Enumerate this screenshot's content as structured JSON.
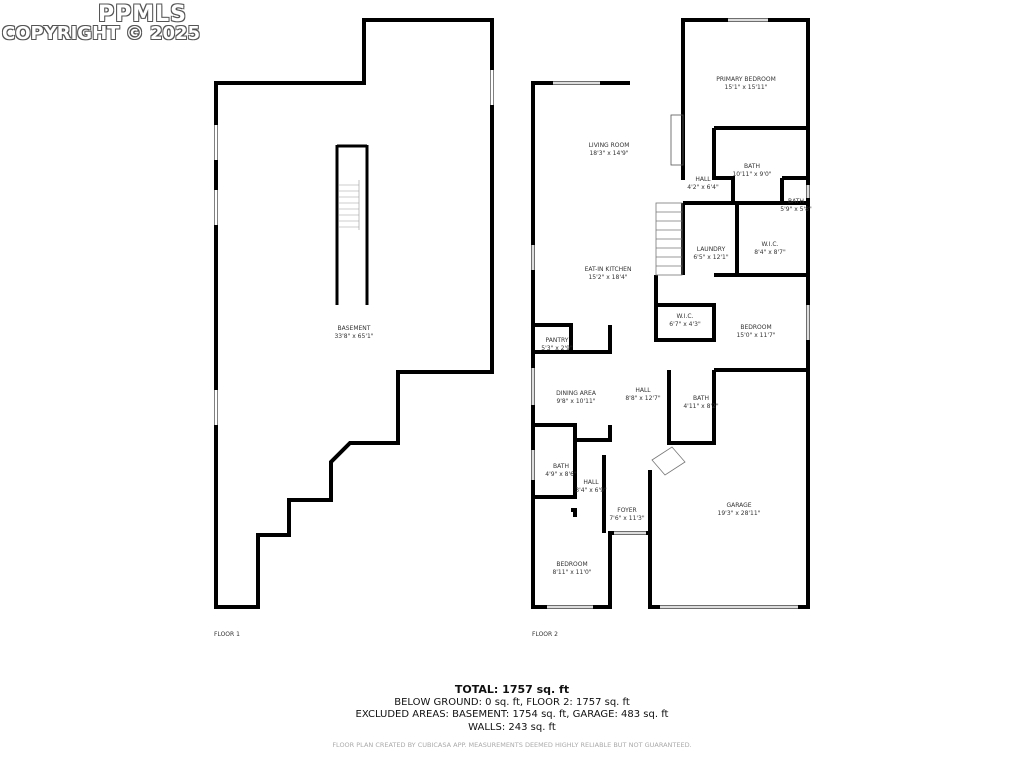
{
  "watermark": {
    "brand": "PPMLS",
    "copyright": "COPYRIGHT © 2025"
  },
  "floors": [
    {
      "label": "FLOOR 1",
      "rooms": [
        {
          "name": "BASEMENT",
          "dims": "33'8\" x 65'1\""
        }
      ]
    },
    {
      "label": "FLOOR 2",
      "rooms": [
        {
          "name": "PRIMARY BEDROOM",
          "dims": "15'1\" x 15'11\""
        },
        {
          "name": "LIVING ROOM",
          "dims": "18'3\" x 14'9\""
        },
        {
          "name": "BATH",
          "dims": "10'11\" x 9'0\""
        },
        {
          "name": "HALL",
          "dims": "4'2\" x 6'4\""
        },
        {
          "name": "BATH",
          "dims": "5'9\" x 5'8\""
        },
        {
          "name": "LAUNDRY",
          "dims": "6'5\" x 12'1\""
        },
        {
          "name": "W.I.C.",
          "dims": "8'4\" x 8'7\""
        },
        {
          "name": "EAT-IN KITCHEN",
          "dims": "15'2\" x 18'4\""
        },
        {
          "name": "W.I.C.",
          "dims": "6'7\" x 4'3\""
        },
        {
          "name": "BEDROOM",
          "dims": "15'0\" x 11'7\""
        },
        {
          "name": "PANTRY",
          "dims": "5'3\" x 2'9\""
        },
        {
          "name": "DINING AREA",
          "dims": "9'8\" x 10'11\""
        },
        {
          "name": "HALL",
          "dims": "8'8\" x 12'7\""
        },
        {
          "name": "BATH",
          "dims": "4'11\" x 8'2\""
        },
        {
          "name": "BATH",
          "dims": "4'9\" x 8'6\""
        },
        {
          "name": "HALL",
          "dims": "3'4\" x 6'9\""
        },
        {
          "name": "FOYER",
          "dims": "7'6\" x 11'3\""
        },
        {
          "name": "GARAGE",
          "dims": "19'3\" x 28'11\""
        },
        {
          "name": "BEDROOM",
          "dims": "8'11\" x 11'0\""
        }
      ]
    }
  ],
  "summary": {
    "total": "TOTAL: 1757 sq. ft",
    "line1": "BELOW GROUND: 0 sq. ft, FLOOR 2: 1757 sq. ft",
    "line2": "EXCLUDED AREAS: BASEMENT: 1754 sq. ft, GARAGE: 483 sq. ft",
    "line3": "WALLS: 243 sq. ft"
  },
  "disclaimer": "FLOOR PLAN CREATED BY CUBICASA APP. MEASUREMENTS DEEMED HIGHLY RELIABLE BUT NOT GUARANTEED.",
  "colors": {
    "wall": "#000000",
    "window": "#dddddd"
  }
}
